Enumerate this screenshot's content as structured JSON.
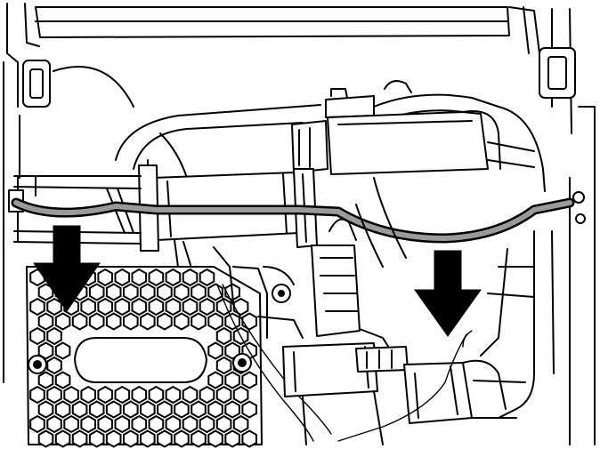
{
  "figure": {
    "kind": "service-illustration",
    "colors": {
      "line": "#000000",
      "background": "#ffffff",
      "cable_highlight": "#9a9a9a",
      "arrow": "#000000"
    },
    "icons": [
      "down-arrow-left",
      "down-arrow-right"
    ]
  }
}
